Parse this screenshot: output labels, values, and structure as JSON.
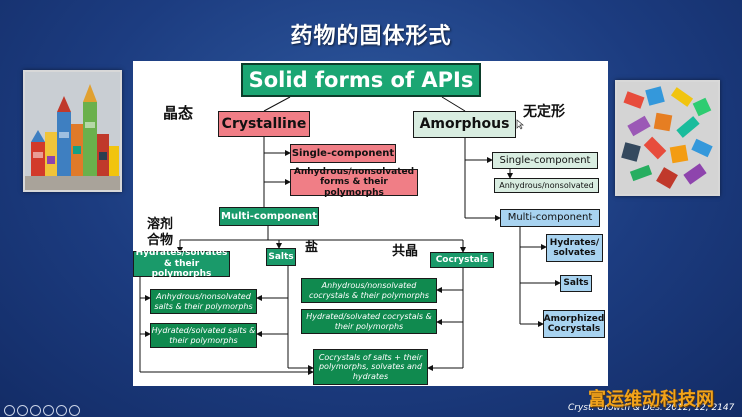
{
  "slide_title": "药物的固体形式",
  "labels": {
    "crystalline_cn": "晶态",
    "amorphous_cn": "无定形",
    "solvate_cn_line1": "溶剂",
    "solvate_cn_line2": "合物",
    "salt_cn": "盐",
    "cocrystal_cn": "共晶"
  },
  "boxes": {
    "root": "Solid forms of APIs",
    "crystalline": "Crystalline",
    "amorphous": "Amorphous",
    "single_component": "Single-component",
    "anhydrous_forms": "Anhydrous/nonsolvated forms & their polymorphs",
    "multi_component": "Multi-component",
    "hydrates_solvates_poly": "Hydrates/solvates & their polymorphs",
    "salts": "Salts",
    "cocrystals": "Cocrystals",
    "anh_salts": "Anhydrous/nonsolvated salts & their polymorphs",
    "hyd_salts": "Hydrated/solvated salts & their polymorphs",
    "anh_cocrystals": "Anhydrous/nonsolvated cocrystals & their polymorphs",
    "hyd_cocrystals": "Hydrated/solvated cocrystals & their polymorphs",
    "cocrystals_of_salts": "Cocrystals of salts + their polymorphs, solvates and hydrates",
    "am_single_component": "Single-component",
    "am_anhydrous": "Anhydrous/nonsolvated",
    "am_multi_component": "Multi-component",
    "am_hydrates_solvates": "Hydrates/ solvates",
    "am_salts": "Salts",
    "am_amorphized_cocrystals": "Amorphized Cocrystals"
  },
  "footer": {
    "citation": "Cryst. Growth & Des. 2012, 12, 2147",
    "watermark": "富运维动科技网"
  },
  "icons": [
    "arrow-icon",
    "play-control-icon",
    "cursor-icon"
  ],
  "colors": {
    "background": "#1c3c80",
    "teal": "#1a9a6a",
    "pink": "#f07e86",
    "light_green": "#d9ede1",
    "dark_green": "#108a4f",
    "light_blue": "#a8d3f0"
  }
}
